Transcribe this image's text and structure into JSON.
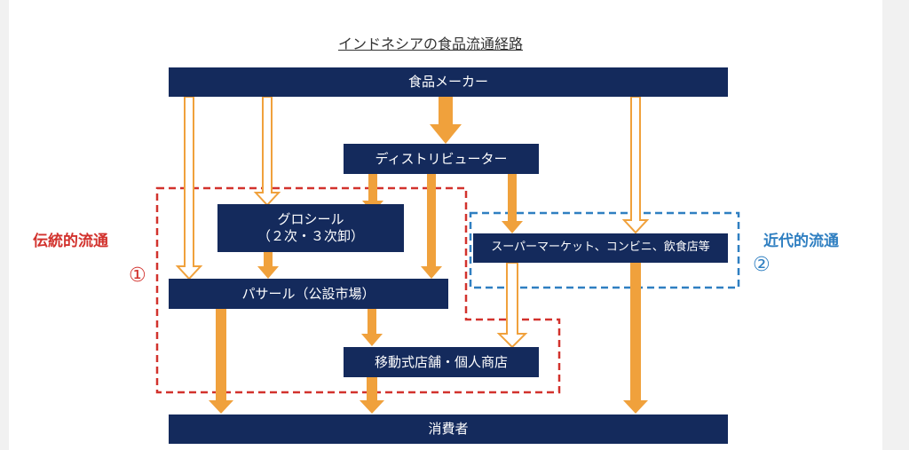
{
  "title": "インドネシアの食品流通経路",
  "nodes": {
    "maker": "食品メーカー",
    "distributor": "ディストリビューター",
    "grocery_line1": "グロシール",
    "grocery_line2": "（２次・３次卸）",
    "pasar": "パサール（公設市場）",
    "mobile": "移動式店舗・個人商店",
    "supermarket": "スーパーマーケット、コンビニ、飲食店等",
    "consumer": "消費者"
  },
  "labels": {
    "traditional": "伝統的流通",
    "traditional_num": "①",
    "modern": "近代的流通",
    "modern_num": "②"
  },
  "colors": {
    "box": "#142a5c",
    "arrow": "#f0a13c",
    "traditional": "#d2322d",
    "modern": "#2f7fc1"
  }
}
